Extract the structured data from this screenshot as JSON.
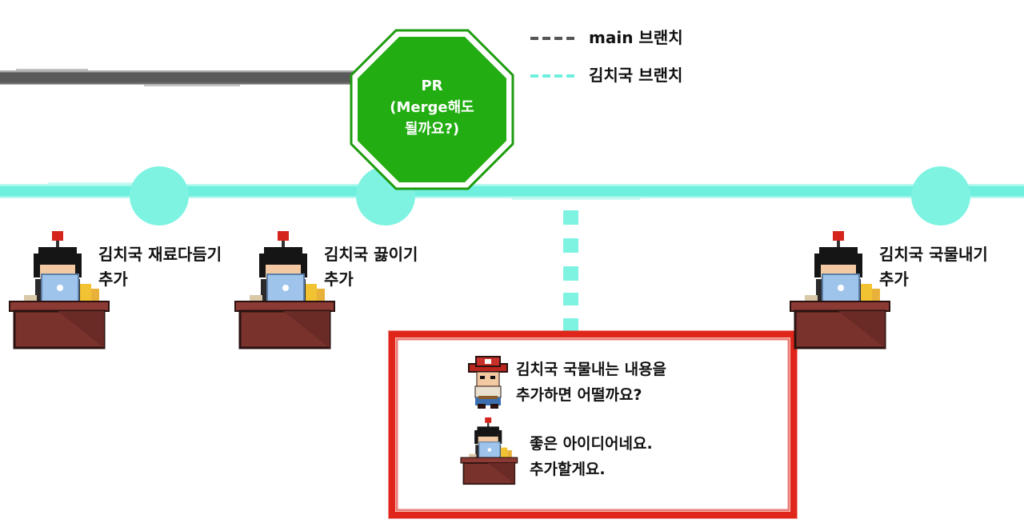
{
  "legend": {
    "main_label": "main 브랜치",
    "feature_label": "김치국 브랜치"
  },
  "colors": {
    "main_branch": "#555555",
    "feature_branch": "#6ff0de",
    "commit_node": "#7ef3e2",
    "pr_fill": "#22ad12",
    "pr_border": "#1e9b10",
    "review_border": "#e0261a",
    "desk_wood": "#8b3a34",
    "laptop": "#9fc4ec"
  },
  "pr": {
    "line1": "PR",
    "line2": "(Merge해도",
    "line3": "될까요?)"
  },
  "commits": [
    {
      "line1": "김치국 재료다듬기",
      "line2": "추가"
    },
    {
      "line1": "김치국 끓이기",
      "line2": "추가"
    },
    {
      "line1": "김치국 국물내기",
      "line2": "추가"
    }
  ],
  "review": {
    "reviewer_line1": "김치국 국물내는 내용을",
    "reviewer_line2": "추가하면 어떨까요?",
    "author_line1": "좋은 아이디어네요.",
    "author_line2": "추가할게요."
  }
}
